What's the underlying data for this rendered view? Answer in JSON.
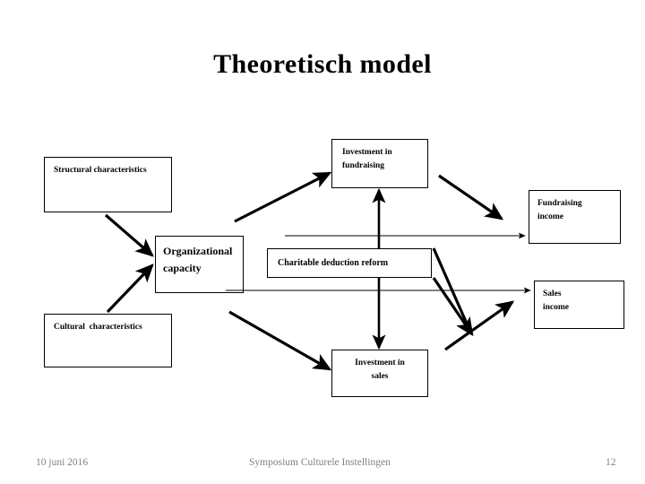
{
  "slide": {
    "title": "Theoretisch model"
  },
  "nodes": {
    "structural": {
      "line1": "Structural characteristics"
    },
    "cultural": {
      "line1": "Cultural  characteristics"
    },
    "orgcap": {
      "line1": "Organizational",
      "line2": "capacity"
    },
    "invfund": {
      "line1": "Investment in",
      "line2": "fundraising"
    },
    "charitable": {
      "line1": "Charitable deduction reform"
    },
    "invsales": {
      "line1": "Investment in",
      "line2": "sales"
    },
    "fundincome": {
      "line1": "Fundraising",
      "line2": "income"
    },
    "salesincome": {
      "line1": "Sales",
      "line2": "income"
    }
  },
  "footer": {
    "date": "10 juni 2016",
    "event": "Symposium Culturele Instellingen",
    "page": "12"
  },
  "colors": {
    "text": "#000000",
    "footer_text": "#808080",
    "stroke": "#000000",
    "background": "#ffffff"
  }
}
